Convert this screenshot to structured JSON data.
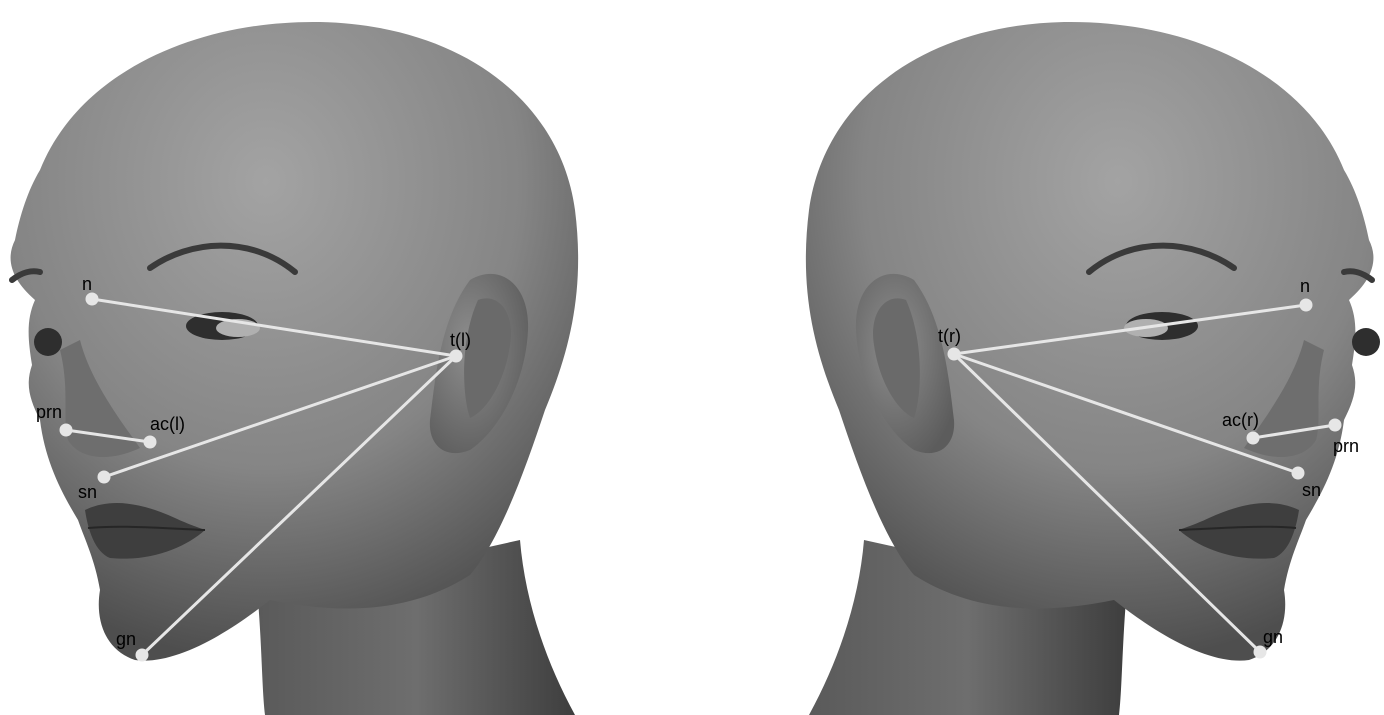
{
  "colors": {
    "background": "#ffffff",
    "skin_light": "#9a9a9a",
    "skin_mid": "#7d7d7d",
    "skin_dark": "#4a4a4a",
    "line": "#e6e6e6",
    "label": "#000000"
  },
  "left_head": {
    "labels": {
      "n": "n",
      "t": "t(l)",
      "prn": "prn",
      "ac": "ac(l)",
      "sn": "sn",
      "gn": "gn"
    }
  },
  "right_head": {
    "labels": {
      "n": "n",
      "t": "t(r)",
      "prn": "prn",
      "ac": "ac(r)",
      "sn": "sn",
      "gn": "gn"
    }
  }
}
